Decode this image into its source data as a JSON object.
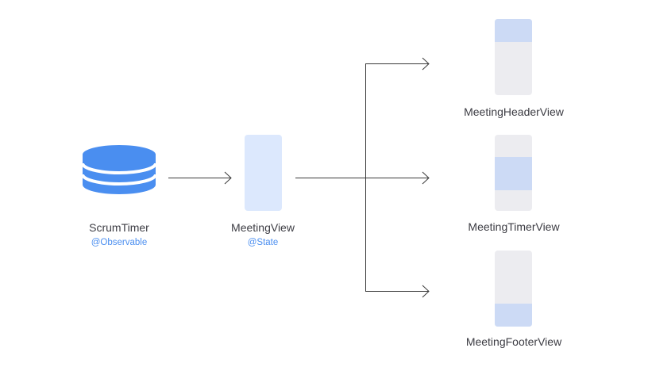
{
  "diagram": {
    "source": {
      "name": "ScrumTimer",
      "annotation": "@Observable",
      "icon": "database-icon"
    },
    "parent": {
      "name": "MeetingView",
      "annotation": "@State"
    },
    "children": [
      {
        "name": "MeetingHeaderView",
        "highlight": "top"
      },
      {
        "name": "MeetingTimerView",
        "highlight": "middle"
      },
      {
        "name": "MeetingFooterView",
        "highlight": "bottom"
      }
    ]
  },
  "colors": {
    "database": "#4a8ef0",
    "parent_fill": "#dce8fd",
    "child_fill": "#ececf0",
    "child_highlight": "#ccdaf5",
    "line": "#3a3a3a",
    "label": "#3c3c43",
    "annotation": "#4a8ef0"
  }
}
